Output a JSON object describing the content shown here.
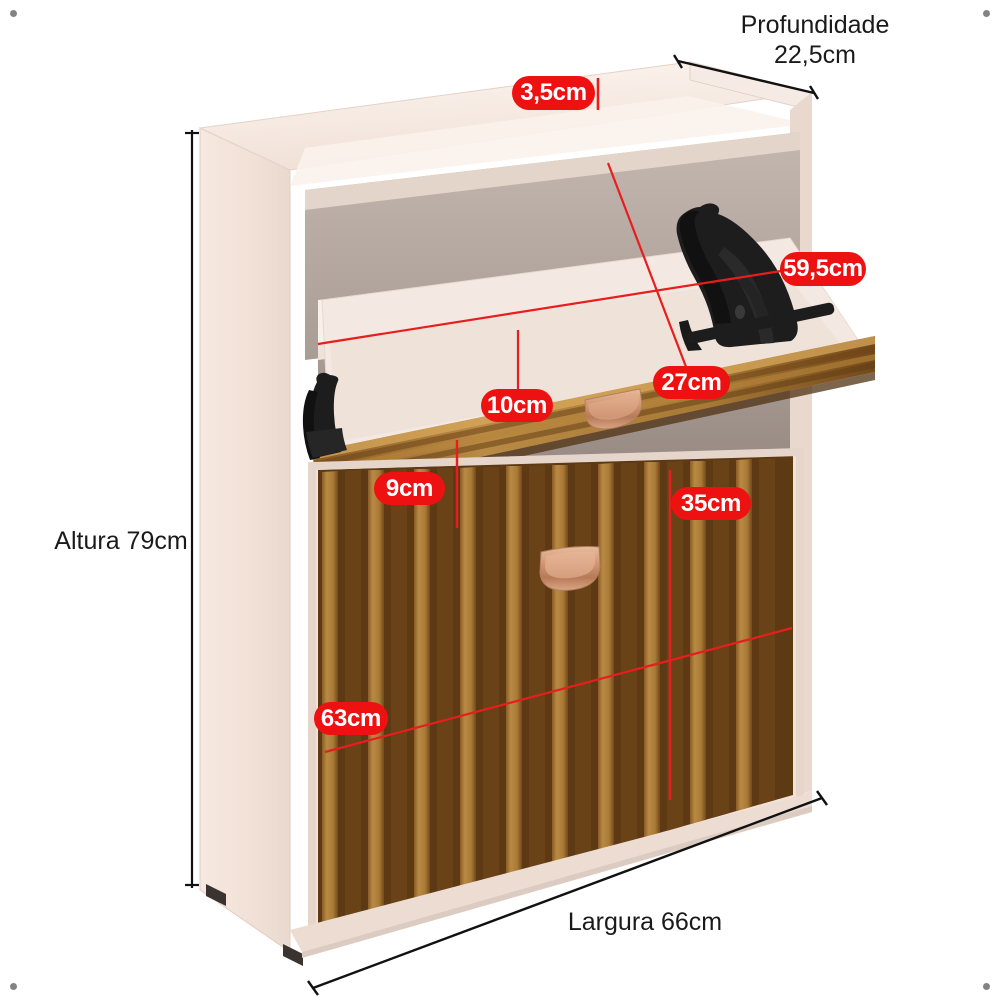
{
  "product": {
    "type": "shoe-cabinet-dimension-diagram",
    "description": "Sapateira com 2 portas basculantes, acabamento off-white e ripado de madeira"
  },
  "palette": {
    "badge_red": "#ee1111",
    "badge_text": "#ffffff",
    "leader_red": "#e81d1d",
    "body_cream": "#f3e3da",
    "body_cream_light": "#faf0ea",
    "body_cream_shadow": "#e6d3c8",
    "interior_gray": "#b7aaa3",
    "interior_gray_dark": "#9d9089",
    "wood_mid": "#a9752f",
    "wood_dark": "#6d4418",
    "wood_light": "#c59450",
    "handle_rose": "#c98e70",
    "handle_rose_light": "#e7b497",
    "shoe_black": "#1d1d1d",
    "dimline_black": "#111111",
    "corner_dot": "#6d6d6d",
    "page_bg": "#ffffff"
  },
  "dimensions": {
    "height": {
      "label": "Altura 79cm",
      "value": "79",
      "unit": "cm",
      "axis": "height"
    },
    "width": {
      "label": "Largura 66cm",
      "value": "66",
      "unit": "cm",
      "axis": "width"
    },
    "depth": {
      "line1": "Profundidade",
      "line2": "22,5cm",
      "value": "22,5",
      "unit": "cm",
      "axis": "depth"
    }
  },
  "callouts": [
    {
      "id": "top-lip",
      "label": "3,5cm",
      "value": "3,5",
      "unit": "cm"
    },
    {
      "id": "inner-width",
      "label": "59,5cm",
      "value": "59,5",
      "unit": "cm"
    },
    {
      "id": "compartment-h",
      "label": "27cm",
      "value": "27",
      "unit": "cm"
    },
    {
      "id": "shelf-depth",
      "label": "10cm",
      "value": "10",
      "unit": "cm"
    },
    {
      "id": "gap",
      "label": "9cm",
      "value": "9",
      "unit": "cm"
    },
    {
      "id": "lower-door-h",
      "label": "35cm",
      "value": "35",
      "unit": "cm"
    },
    {
      "id": "lower-door-w",
      "label": "63cm",
      "value": "63",
      "unit": "cm"
    }
  ]
}
